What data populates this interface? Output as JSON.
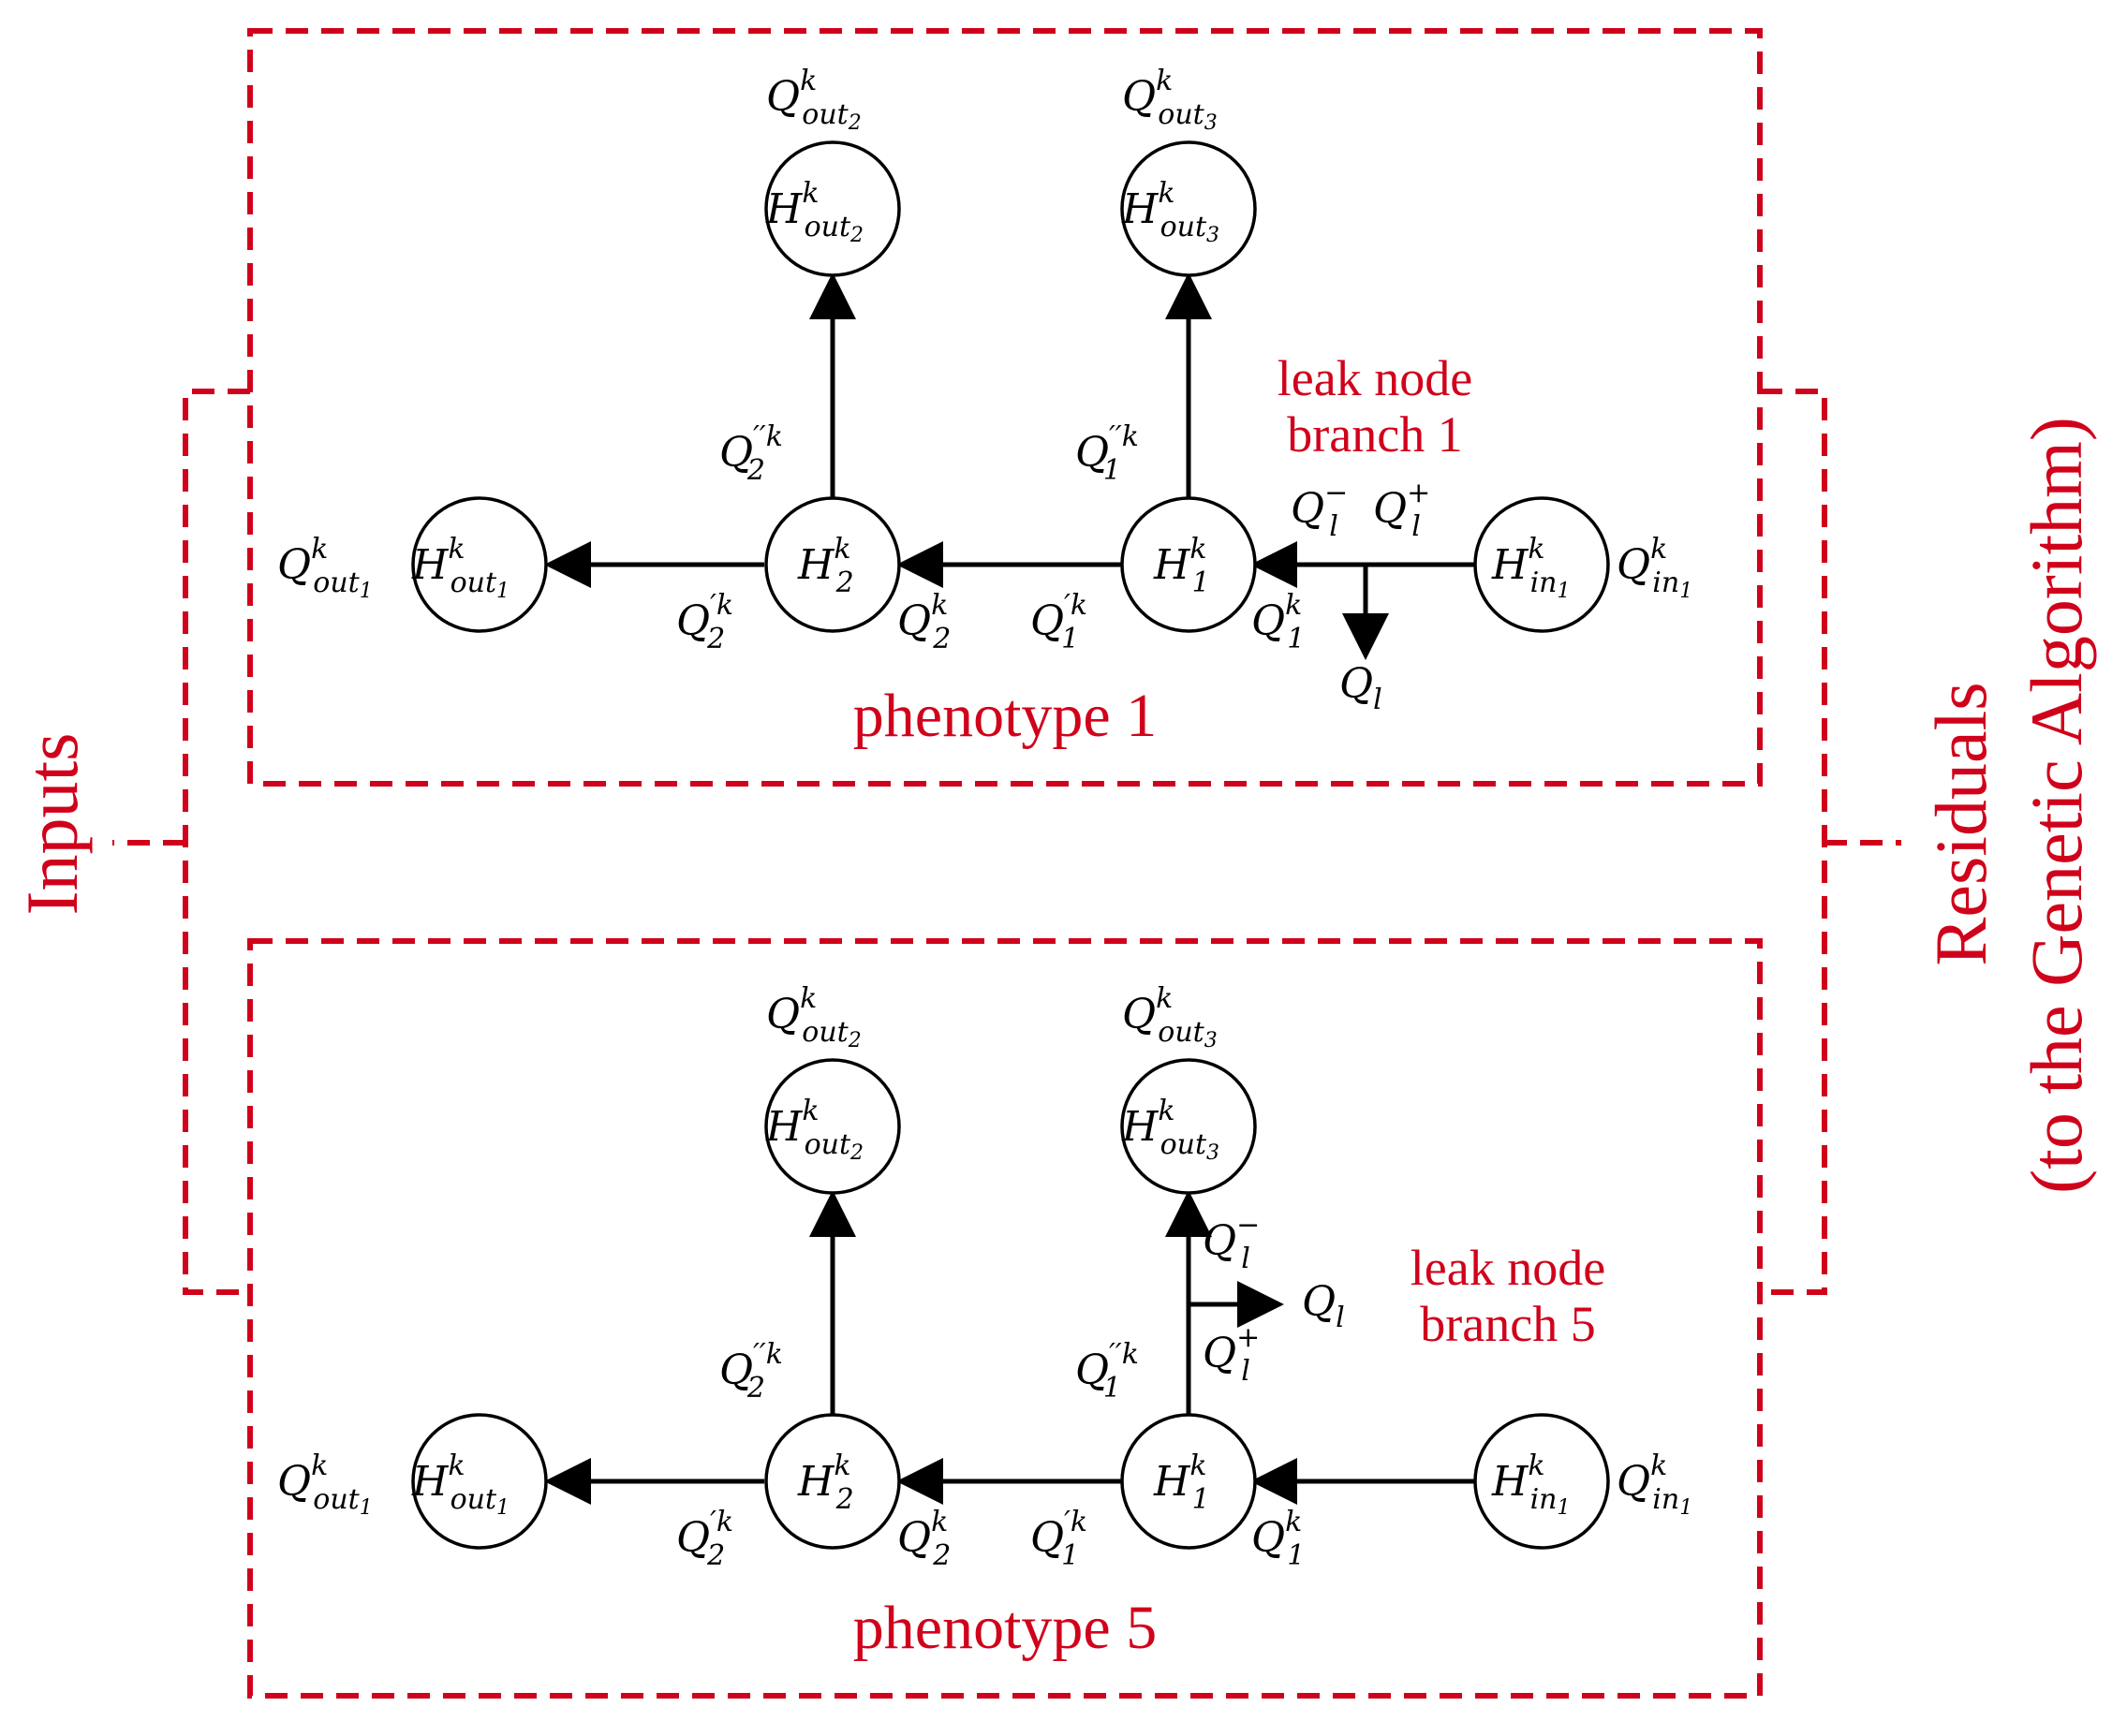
{
  "colors": {
    "accent": "#d0021b",
    "ink": "#000000"
  },
  "side_labels": {
    "inputs": "Inputs",
    "residuals": "Residuals",
    "residuals_sub": "(to the Genetic Algorithm)"
  },
  "panels": [
    {
      "caption": "phenotype 1",
      "leak_label_1": "leak node",
      "leak_label_2": "branch 1",
      "nodes": {
        "h_out1": {
          "base": "H",
          "sup": "k",
          "sub": "out",
          "subsub": "1"
        },
        "h2": {
          "base": "H",
          "sup": "k",
          "sub": "2"
        },
        "h1": {
          "base": "H",
          "sup": "k",
          "sub": "1"
        },
        "h_in1": {
          "base": "H",
          "sup": "k",
          "sub": "in",
          "subsub": "1"
        },
        "h_out2": {
          "base": "H",
          "sup": "k",
          "sub": "out",
          "subsub": "2"
        },
        "h_out3": {
          "base": "H",
          "sup": "k",
          "sub": "out",
          "subsub": "3"
        }
      },
      "flows": {
        "q_out1": {
          "base": "Q",
          "sup": "k",
          "sub": "out",
          "subsub": "1"
        },
        "q_out2": {
          "base": "Q",
          "sup": "k",
          "sub": "out",
          "subsub": "2"
        },
        "q_out3": {
          "base": "Q",
          "sup": "k",
          "sub": "out",
          "subsub": "3"
        },
        "q_in1": {
          "base": "Q",
          "sup": "k",
          "sub": "in",
          "subsub": "1"
        },
        "q2p": {
          "base": "Q",
          "sup": "′k",
          "sub": "2"
        },
        "q2": {
          "base": "Q",
          "sup": "k",
          "sub": "2"
        },
        "q1p": {
          "base": "Q",
          "sup": "′k",
          "sub": "1"
        },
        "q1": {
          "base": "Q",
          "sup": "k",
          "sub": "1"
        },
        "q2pp": {
          "base": "Q",
          "sup": "′′k",
          "sub": "2"
        },
        "q1pp": {
          "base": "Q",
          "sup": "′′k",
          "sub": "1"
        },
        "ql_minus": {
          "base": "Q",
          "sup": "−",
          "sub": "l"
        },
        "ql_plus": {
          "base": "Q",
          "sup": "+",
          "sub": "l"
        },
        "ql": {
          "base": "Q",
          "sub": "l"
        }
      }
    },
    {
      "caption": "phenotype 5",
      "leak_label_1": "leak node",
      "leak_label_2": "branch 5",
      "nodes": {
        "h_out1": {
          "base": "H",
          "sup": "k",
          "sub": "out",
          "subsub": "1"
        },
        "h2": {
          "base": "H",
          "sup": "k",
          "sub": "2"
        },
        "h1": {
          "base": "H",
          "sup": "k",
          "sub": "1"
        },
        "h_in1": {
          "base": "H",
          "sup": "k",
          "sub": "in",
          "subsub": "1"
        },
        "h_out2": {
          "base": "H",
          "sup": "k",
          "sub": "out",
          "subsub": "2"
        },
        "h_out3": {
          "base": "H",
          "sup": "k",
          "sub": "out",
          "subsub": "3"
        }
      },
      "flows": {
        "q_out1": {
          "base": "Q",
          "sup": "k",
          "sub": "out",
          "subsub": "1"
        },
        "q_out2": {
          "base": "Q",
          "sup": "k",
          "sub": "out",
          "subsub": "2"
        },
        "q_out3": {
          "base": "Q",
          "sup": "k",
          "sub": "out",
          "subsub": "3"
        },
        "q_in1": {
          "base": "Q",
          "sup": "k",
          "sub": "in",
          "subsub": "1"
        },
        "q2p": {
          "base": "Q",
          "sup": "′k",
          "sub": "2"
        },
        "q2": {
          "base": "Q",
          "sup": "k",
          "sub": "2"
        },
        "q1p": {
          "base": "Q",
          "sup": "′k",
          "sub": "1"
        },
        "q1": {
          "base": "Q",
          "sup": "k",
          "sub": "1"
        },
        "q2pp": {
          "base": "Q",
          "sup": "′′k",
          "sub": "2"
        },
        "q1pp": {
          "base": "Q",
          "sup": "′′k",
          "sub": "1"
        },
        "ql_minus": {
          "base": "Q",
          "sup": "−",
          "sub": "l"
        },
        "ql_plus": {
          "base": "Q",
          "sup": "+",
          "sub": "l"
        },
        "ql": {
          "base": "Q",
          "sub": "l"
        }
      }
    }
  ]
}
